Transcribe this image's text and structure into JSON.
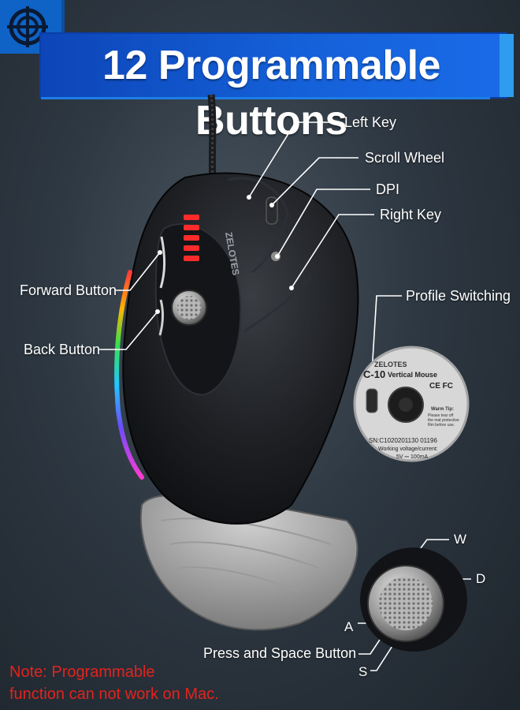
{
  "header": {
    "title": "12 Programmable Buttons",
    "logo_icon": "crosshair-target-icon",
    "brand_color": "#1460d8"
  },
  "mouse": {
    "brand_text": "ZELOTES",
    "rgb_strip": true
  },
  "callouts": {
    "left_key": "Left Key",
    "scroll_wheel": "Scroll Wheel",
    "dpi": "DPI",
    "right_key": "Right Key",
    "forward_button": "Forward Button",
    "back_button": "Back Button",
    "profile_switching": "Profile Switching",
    "press_space": "Press and Space Button",
    "w": "W",
    "a": "A",
    "s": "S",
    "d": "D"
  },
  "bottom_label": {
    "brand": "ZELOTES",
    "model": "C-10",
    "model_type": "Vertical Mouse",
    "certs": "CE FC",
    "warm_tip_title": "Warm Tip:",
    "warm_tip_lines": [
      "Please tear off",
      "the mat protective",
      "film before use."
    ],
    "serial": "SN:C1020201130 01196",
    "voltage_label": "Working voltage/current:",
    "voltage_value": "5V ⎓ 100mA"
  },
  "note": {
    "line1": "Note: Programmable",
    "line2": "function can not work on Mac."
  }
}
